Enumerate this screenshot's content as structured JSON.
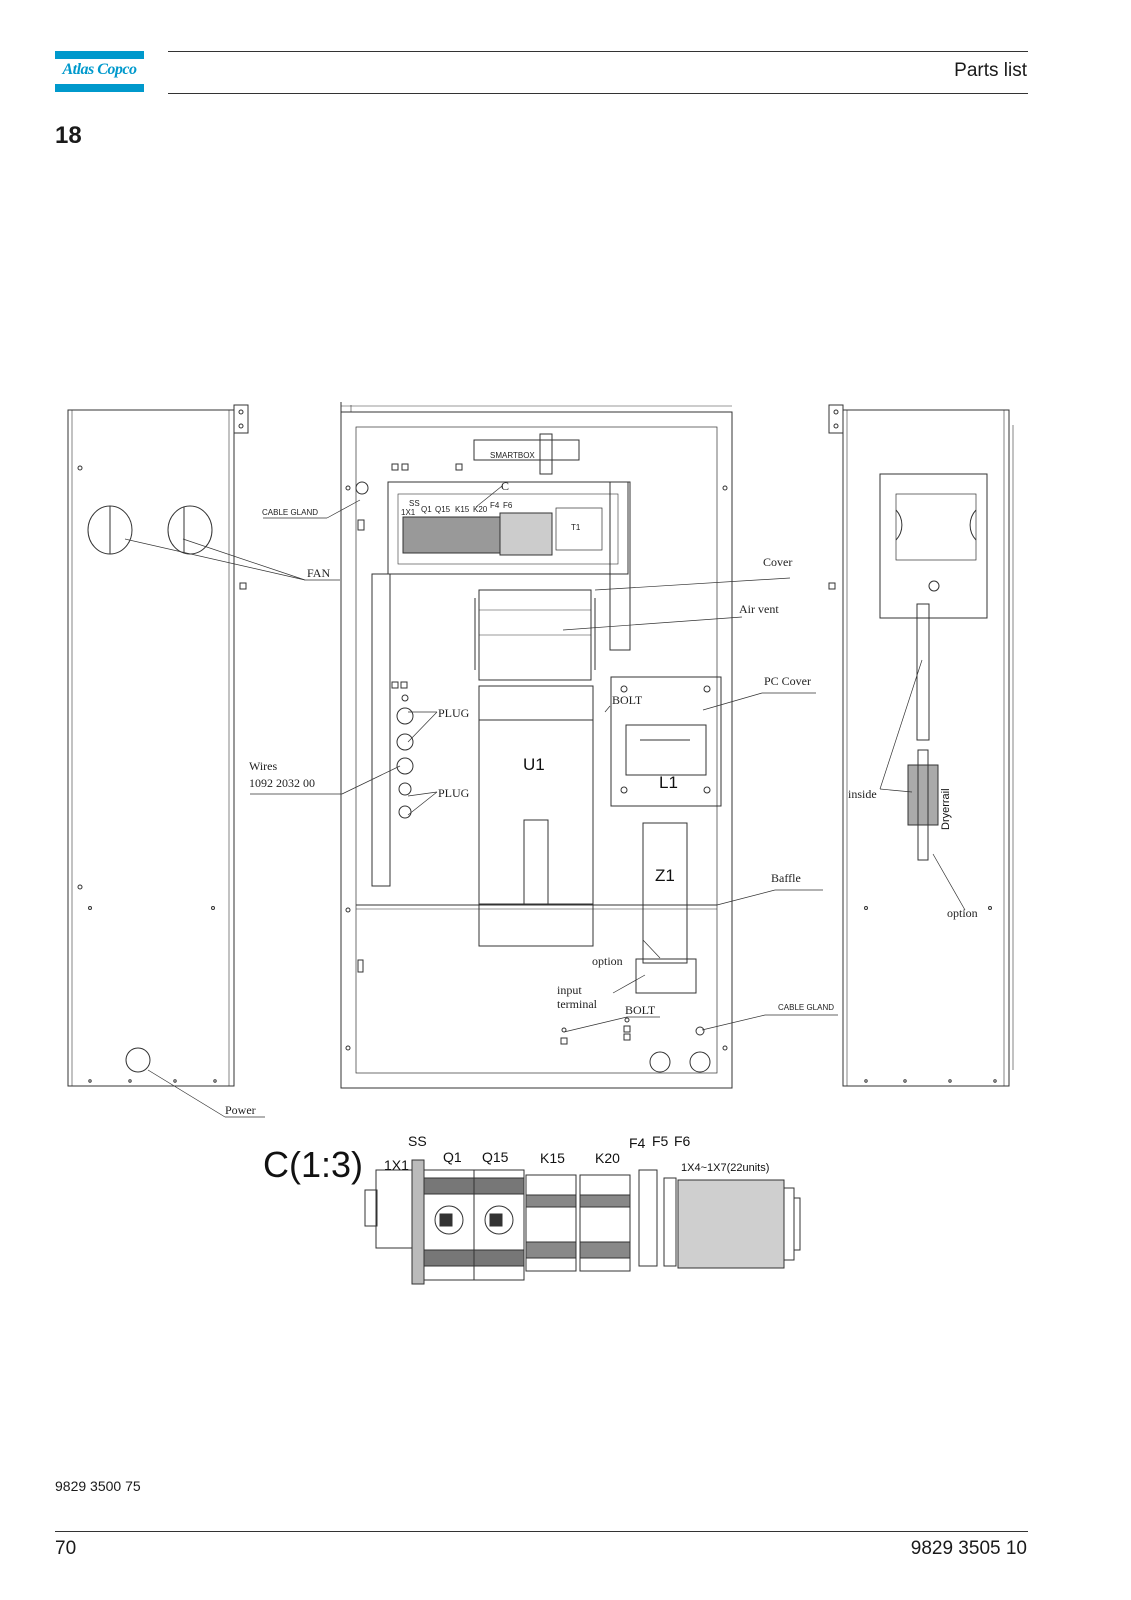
{
  "header": {
    "logo_text": "Atlas Copco",
    "title": "Parts list"
  },
  "section": {
    "number": "18"
  },
  "drawing": {
    "left_panel": {
      "fan": "FAN",
      "cable_gland": "CABLE GLAND",
      "power": "Power"
    },
    "center_panel": {
      "smartbox": "SMARTBOX",
      "c_callout": "C",
      "cover": "Cover",
      "air_vent": "Air vent",
      "pc_cover": "PC Cover",
      "bolt_1": "BOLT",
      "plug_1": "PLUG",
      "plug_2": "PLUG",
      "wires": "Wires",
      "wires_part": "1092 2032 00",
      "u1": "U1",
      "l1": "L1",
      "z1": "Z1",
      "baffle": "Baffle",
      "option": "option",
      "input": "input",
      "terminal": "terminal",
      "bolt_2": "BOLT",
      "cable_gland": "CABLE GLAND",
      "mini_ss": "SS",
      "mini_1x1": "1X1",
      "mini_q1": "Q1",
      "mini_q15": "Q15",
      "mini_k15": "K15",
      "mini_k20": "K20",
      "mini_f4": "F4",
      "mini_f6": "F6",
      "mini_t1": "T1"
    },
    "right_panel": {
      "inside": "inside",
      "dryerrail": "Dryerrail",
      "option": "option"
    },
    "detail": {
      "scale": "C(1:3)",
      "ss": "SS",
      "x1": "1X1",
      "q1": "Q1",
      "q15": "Q15",
      "k15": "K15",
      "k20": "K20",
      "f4": "F4",
      "f5": "F5",
      "f6": "F6",
      "terminals": "1X4~1X7(22units)"
    }
  },
  "footer": {
    "doc_number": "9829 3500 75",
    "page_number": "70",
    "manual_number": "9829 3505 10"
  }
}
